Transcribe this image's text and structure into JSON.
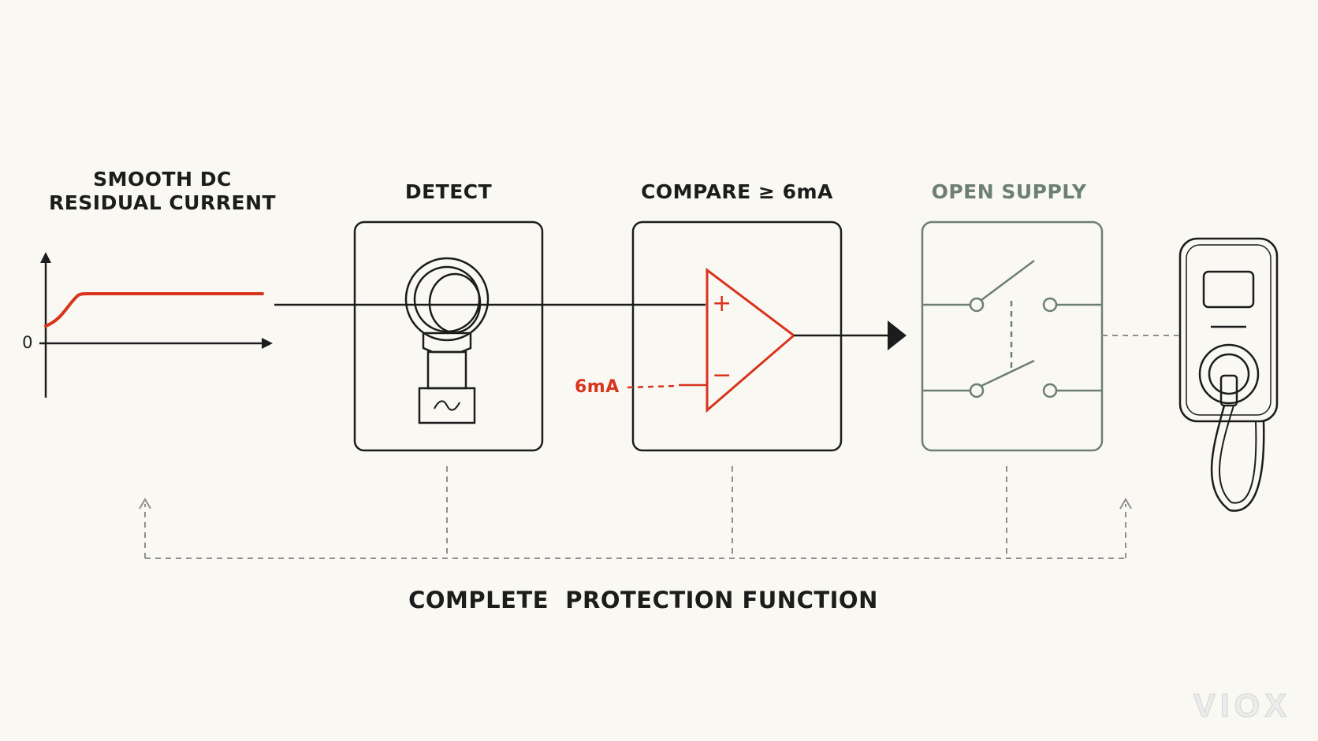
{
  "stages": {
    "input_title_line1": "SMOOTH DC",
    "input_title_line2": "RESIDUAL CURRENT",
    "detect_title": "DETECT",
    "compare_title": "COMPARE ≥ 6mA",
    "open_title": "OPEN SUPPLY"
  },
  "graph": {
    "zero_label": "0"
  },
  "comparator": {
    "plus_symbol": "+",
    "minus_symbol": "−",
    "reference_label": "6mA"
  },
  "footer": {
    "title": "COMPLETE  PROTECTION FUNCTION"
  },
  "watermark": {
    "text": "VIOX"
  },
  "colors": {
    "ink": "#1c1c1c",
    "accent_red": "#d9341c",
    "switch_green": "#6d7f72",
    "dashed_gray": "#8f8f8f",
    "background": "#f9f8f3"
  },
  "icons": {
    "sensor": "current-transformer-icon",
    "comparator": "op-amp-icon",
    "switch": "double-pole-switch-icon",
    "charger": "ev-charger-icon"
  }
}
